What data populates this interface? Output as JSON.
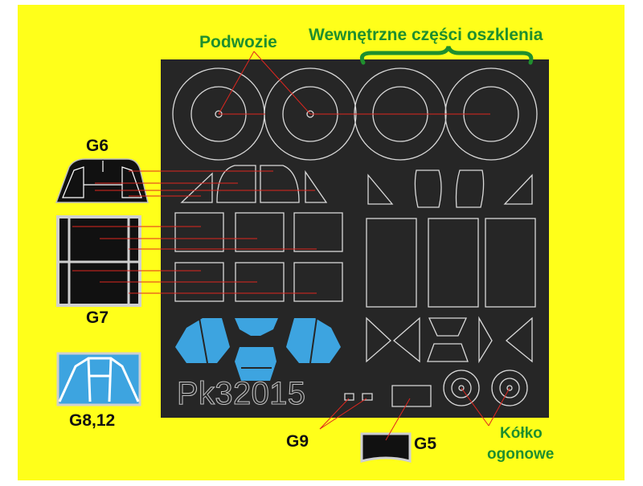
{
  "labels": {
    "podwozie": "Podwozie",
    "wewnetrzne": "Wewnętrzne części oszklenia",
    "g6": "G6",
    "g7": "G7",
    "g8_12": "G8,12",
    "g9": "G9",
    "g5": "G5",
    "kolko_line1": "Kółko",
    "kolko_line2": "ogonowe",
    "part_number": "Pk32015"
  },
  "colors": {
    "background": "#ffff1a",
    "sheet": "#262626",
    "outline": "#d9d9d9",
    "mask_blue": "#3da4e0",
    "leader_red": "#e0261f",
    "label_green": "#1f8f2e",
    "label_black": "#111111"
  }
}
